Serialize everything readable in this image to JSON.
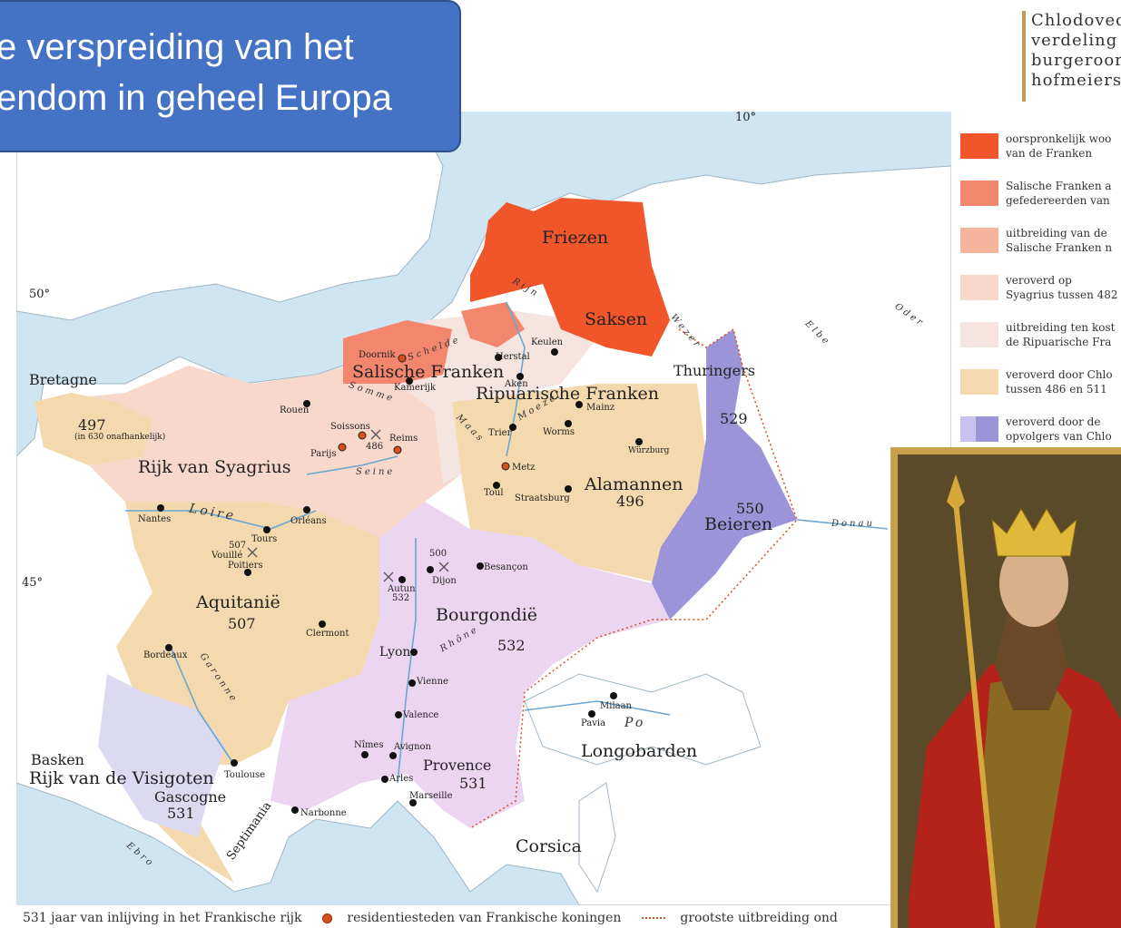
{
  "slide": {
    "title_line1": "e verspreiding van het",
    "title_line2": "endom in geheel Europa"
  },
  "header_text": [
    "Chlodovec",
    "verdeling",
    "burgeroor",
    "hofmeiers"
  ],
  "legend": [
    {
      "line1": "oorspronkelijk woo",
      "line2": "van de Franken",
      "color": "#f0562a"
    },
    {
      "line1": "Salische Franken a",
      "line2": "gefedereerden van",
      "color": "#f2876e"
    },
    {
      "line1": "uitbreiding van de",
      "line2": "Salische Franken n",
      "color": "#f6b49d"
    },
    {
      "line1": "veroverd op",
      "line2": "Syagrius tussen 482",
      "color": "#f7d8ca"
    },
    {
      "line1": "uitbreiding ten kost",
      "line2": "de Ripuarische Fra",
      "color": "#f5e4e0"
    },
    {
      "line1": "veroverd door Chlo",
      "line2": "tussen 486 en 511",
      "color": "#f4d9ae"
    },
    {
      "line1": "veroverd door de",
      "line2": "opvolgers van Chlo",
      "color": "#9b94d8"
    }
  ],
  "map": {
    "regions": [
      {
        "name": "Friezen"
      },
      {
        "name": "Saksen"
      },
      {
        "name": "Salische Franken"
      },
      {
        "name": "Ripuarische Franken"
      },
      {
        "name": "Thuringers"
      },
      {
        "name": "Rijk van Syagrius"
      },
      {
        "name": "Alamannen"
      },
      {
        "name": "Beieren"
      },
      {
        "name": "Aquitanië"
      },
      {
        "name": "Bourgondië"
      },
      {
        "name": "Provence"
      },
      {
        "name": "Longobarden"
      },
      {
        "name": "Rijk van de Visigoten"
      },
      {
        "name": "Gascogne"
      },
      {
        "name": "Bretagne"
      },
      {
        "name": "Basken"
      },
      {
        "name": "Corsica"
      },
      {
        "name": "Septimania"
      }
    ],
    "years": {
      "bretagne": "497",
      "bretagne_note": "(in 630 onafhankelijk)",
      "thuringers": "529",
      "alamannen": "496",
      "beieren": "550",
      "aquitanie": "507",
      "bourgondie": "532",
      "provence": "531",
      "gascogne": "531",
      "soissons": "486",
      "vouille": "507",
      "dijon": "500",
      "autun": "532"
    },
    "cities": [
      "Doornik",
      "Kamerijk",
      "Herstal",
      "Aken",
      "Keulen",
      "Mainz",
      "Rouen",
      "Soissons",
      "Reims",
      "Parijs",
      "Trier",
      "Worms",
      "Würzburg",
      "Metz",
      "Toul",
      "Straatsburg",
      "Nantes",
      "Orléans",
      "Tours",
      "Vouillé",
      "Poitiers",
      "Dijon",
      "Autun",
      "Besançon",
      "Clermont",
      "Bordeaux",
      "Lyon",
      "Vienne",
      "Valence",
      "Nîmes",
      "Avignon",
      "Arles",
      "Marseille",
      "Milaan",
      "Pavia",
      "Toulouse",
      "Narbonne"
    ],
    "rivers": [
      "Schelde",
      "Rijn",
      "Wezer",
      "Elbe",
      "Oder",
      "Somme",
      "Maas",
      "Moezel",
      "Seine",
      "Loire",
      "Donau",
      "Rhône",
      "Garonne",
      "Po",
      "Ebro"
    ],
    "degree_labels": [
      "50°",
      "45°",
      "10°"
    ]
  },
  "footer": {
    "year_legend": "531   jaar van inlijving in het Frankische rijk",
    "residence_legend": "residentiesteden van Frankische koningen",
    "extent_legend": "grootste uitbreiding ond"
  }
}
